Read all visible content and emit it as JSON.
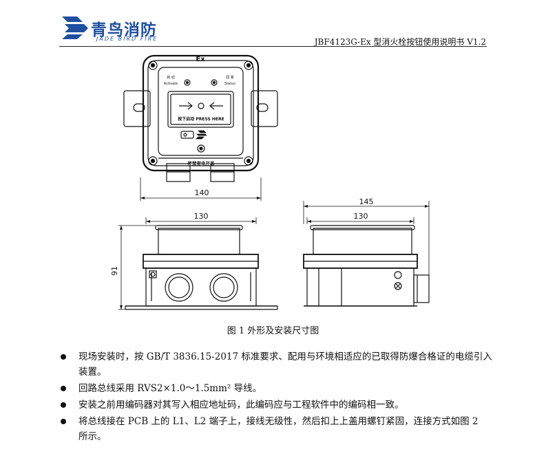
{
  "header": {
    "logo_cn": "青鸟消防",
    "logo_en": "JADE BIRD FIRE",
    "doc_title": "JBF4123G-Ex 型消火栓按钮使用说明书 V1.2"
  },
  "figure": {
    "device": {
      "ex_mark": "Ex",
      "activate_cn": "启 动",
      "activate_en": "Activate",
      "status_cn": "回 答",
      "status_en": "Status",
      "press_label": "按下启动 PRESS HERE",
      "warning": "严禁带电开盖"
    },
    "dimensions": {
      "front_width": "140",
      "side_width_outer": "145",
      "side_width_inner": "130",
      "bottom_width": "130",
      "height": "91"
    },
    "caption": "图 1  外形及安装尺寸图"
  },
  "bullets": [
    {
      "line1": "现场安装时，按 GB/T 3836.15-2017 标准要求、配用与环境相适应的已取得防爆合格证的电缆引入",
      "line2": "装置。"
    },
    {
      "line1": "回路总线采用 RVS2×1.0～1.5mm² 导线。",
      "line2": ""
    },
    {
      "line1": "安装之前用编码器对其写入相应地址码，此编码应与工程软件中的编码相一致。",
      "line2": ""
    },
    {
      "line1": "将总线接在 PCB 上的 L1、L2 端子上，接线无级性，然后扣上上盖用螺钉紧固，连接方式如图 2",
      "line2": "所示。"
    }
  ]
}
